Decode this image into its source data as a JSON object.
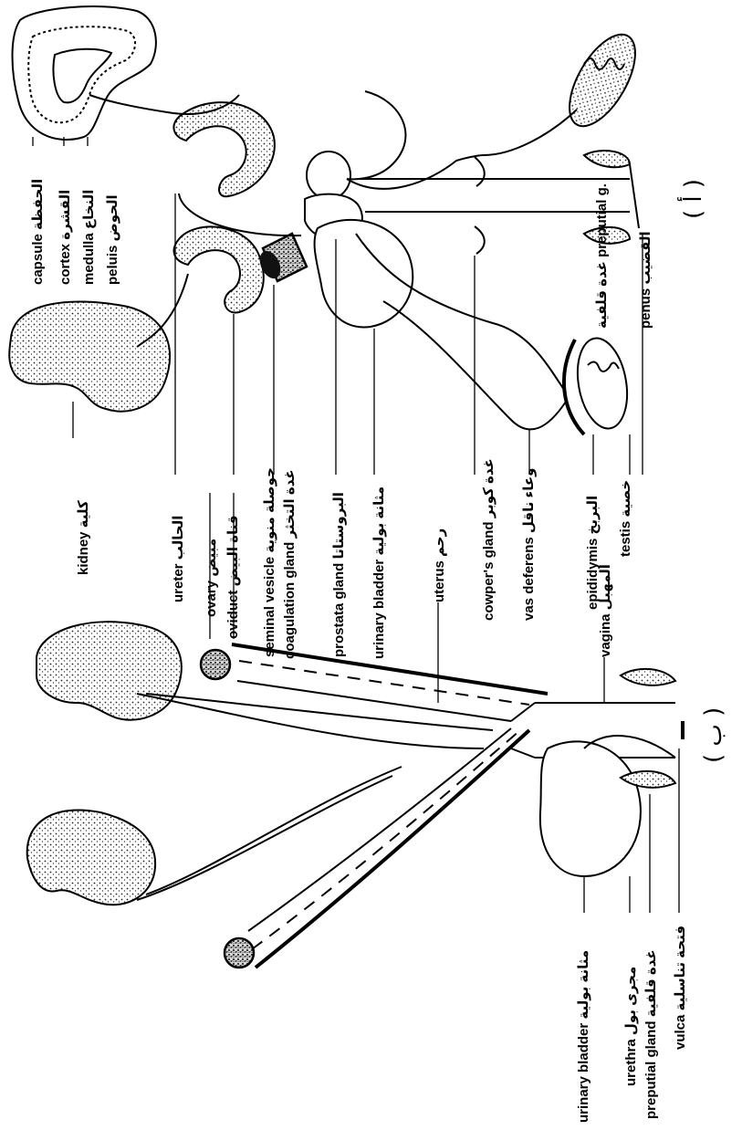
{
  "male_labels": {
    "capsule": "capsule الحفظة",
    "cortex": "cortex القشرة",
    "medulla": "medulla النخاع",
    "pelvis": "peluis الحوض",
    "kidney": "kidney كلية",
    "ureter": "ureter الحالب",
    "seminal_vesicle": "seminal vesicle حوصلة منوية",
    "coagulation_gland": "coagulation gland غدة التخثر",
    "prostata_gland": "prostata gland البروستاتا",
    "urinary_bladder": "urinary bladder مثانة بولية",
    "cowpers_gland": "cowper's gland غدة كوبر",
    "vas_deferens": "vas deferens وعاء ناقل",
    "epididymis": "epididymis البربخ",
    "testis": "testis خصية",
    "preputial_gland": "غدة قلفية preputial g.",
    "penus": "penus القضيب",
    "figure_mark": "( أ )"
  },
  "female_labels": {
    "ovary": "ovary مبيض",
    "oviduct": "oviduct قناة البيض",
    "uterus": "uterus رحم",
    "vagina": "vagina المهبل",
    "urinary_bladder": "urinary bladder مثانة بولية",
    "urethra": "urethra مجرى بول",
    "preputial_gland": "preputial gland غدة قلفية",
    "vulca": "vulca فتحة تناسلية",
    "figure_mark": "( ب )"
  }
}
